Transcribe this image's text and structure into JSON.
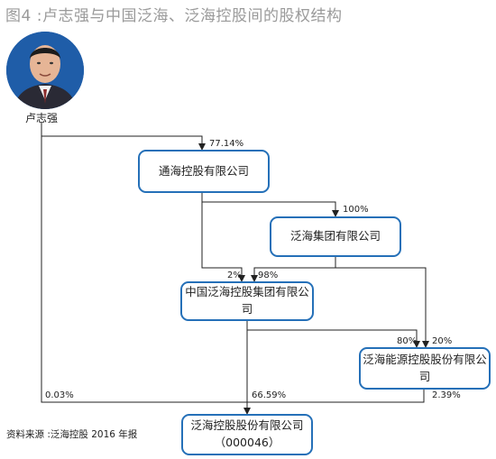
{
  "title": "图4 :卢志强与中国泛海、泛海控股间的股权结构",
  "person": {
    "name": "卢志强"
  },
  "entities": {
    "tonghai": "通海控股有限公司",
    "fanhai_group": "泛海集团有限公司",
    "china_fanhai": "中国泛海控股集团有限公司",
    "fanhai_energy": "泛海能源控股股份有限公司",
    "fanhai_holdings": "泛海控股股份有限公司",
    "fanhai_holdings_code": "（000046）"
  },
  "stakes": {
    "lu_to_tonghai": "77.14%",
    "tonghai_to_group": "100%",
    "tonghai_to_china": "2%",
    "group_to_china": "98%",
    "china_to_energy": "80%",
    "group_to_energy": "20%",
    "lu_to_holdings": "0.03%",
    "china_to_holdings": "66.59%",
    "energy_to_holdings": "2.39%"
  },
  "source": "资料来源 :泛海控股 2016 年报",
  "colors": {
    "box_border": "#2570b8",
    "avatar_bg": "#1f5da8",
    "title": "#9a9a9a"
  }
}
